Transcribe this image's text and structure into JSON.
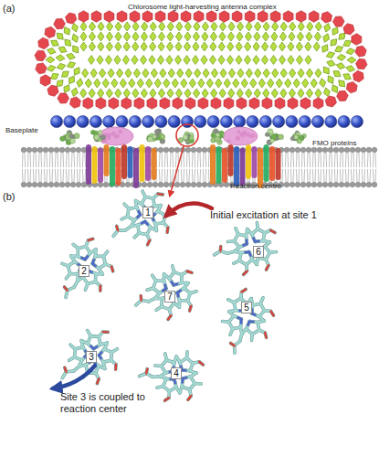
{
  "diagram": {
    "nodes": [
      {
        "text": [
          "1"
        ]
      },
      {
        "text": [
          "6"
        ]
      },
      {
        "text": [
          "2"
        ]
      },
      {
        "text": [
          "7"
        ]
      },
      {
        "text": [
          "5"
        ]
      },
      {
        "text": [
          "3"
        ]
      },
      {
        "text": [
          "4"
        ]
      }
    ],
    "labels": [
      "(a)",
      "Chlorosome light-harvesting antenna complex",
      "Baseplate",
      "FMO proteins",
      "Reaction centre",
      "(b)",
      "Initial excitation at site 1",
      "Site 3 is coupled to reaction center"
    ]
  }
}
